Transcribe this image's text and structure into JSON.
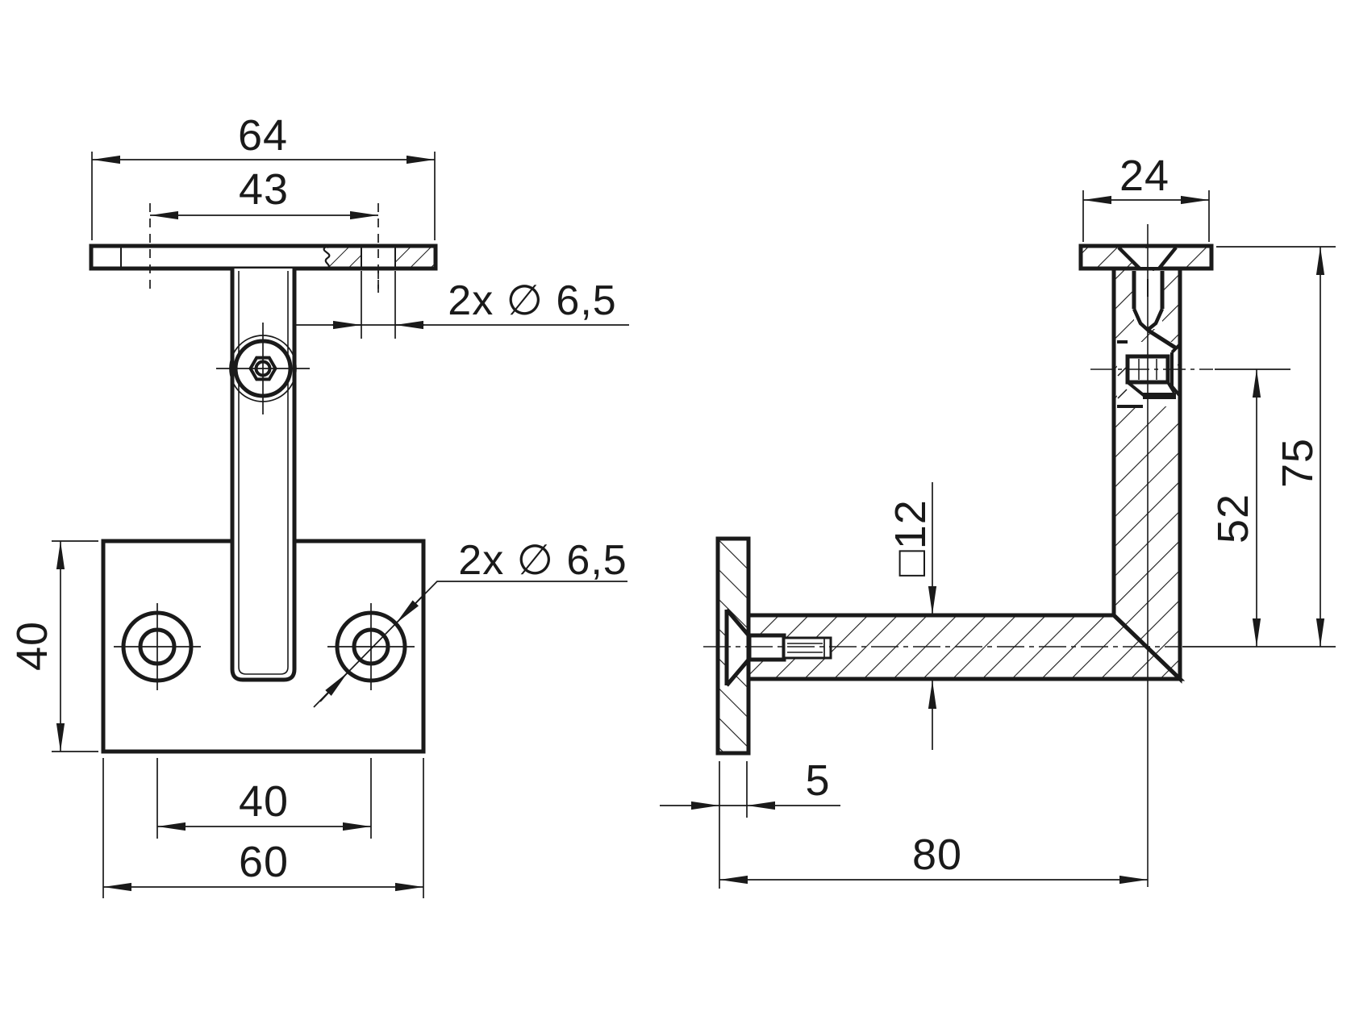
{
  "drawing": {
    "kind": "technical-drawing",
    "part": "adjustable handrail bracket",
    "line_color": "#1a1a1a",
    "background": "#ffffff",
    "views": {
      "front": {
        "dims": {
          "saddle_width": "64",
          "saddle_hole_spacing": "43",
          "saddle_holes": "2x ∅ 6,5",
          "wall_holes": "2x ∅ 6,5",
          "wall_plate_height": "40",
          "wall_hole_spacing": "40",
          "wall_plate_width": "60"
        }
      },
      "side": {
        "dims": {
          "saddle_depth": "24",
          "overall_drop": "75",
          "pivot_drop": "52",
          "arm_section": "□12",
          "wall_plate_thickness": "5",
          "projection": "80"
        }
      }
    }
  }
}
